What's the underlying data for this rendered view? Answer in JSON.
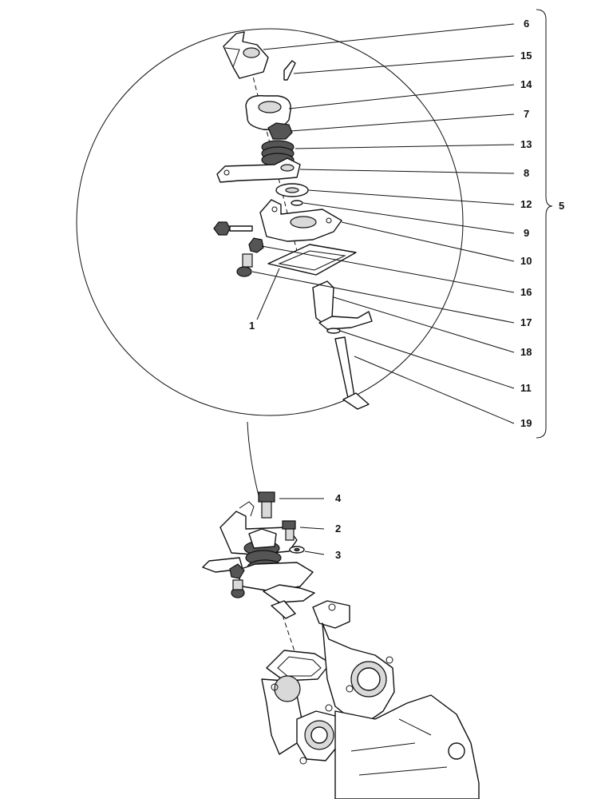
{
  "callouts": [
    {
      "id": "6",
      "text": "6"
    },
    {
      "id": "15",
      "text": "15"
    },
    {
      "id": "14",
      "text": "14"
    },
    {
      "id": "7",
      "text": "7"
    },
    {
      "id": "13",
      "text": "13"
    },
    {
      "id": "8",
      "text": "8"
    },
    {
      "id": "12",
      "text": "12"
    },
    {
      "id": "9",
      "text": "9"
    },
    {
      "id": "10",
      "text": "10"
    },
    {
      "id": "16",
      "text": "16"
    },
    {
      "id": "17",
      "text": "17"
    },
    {
      "id": "18",
      "text": "18"
    },
    {
      "id": "11",
      "text": "11"
    },
    {
      "id": "19",
      "text": "19"
    },
    {
      "id": "1",
      "text": "1"
    },
    {
      "id": "5",
      "text": "5"
    },
    {
      "id": "4",
      "text": "4"
    },
    {
      "id": "2",
      "text": "2"
    },
    {
      "id": "3",
      "text": "3"
    }
  ]
}
